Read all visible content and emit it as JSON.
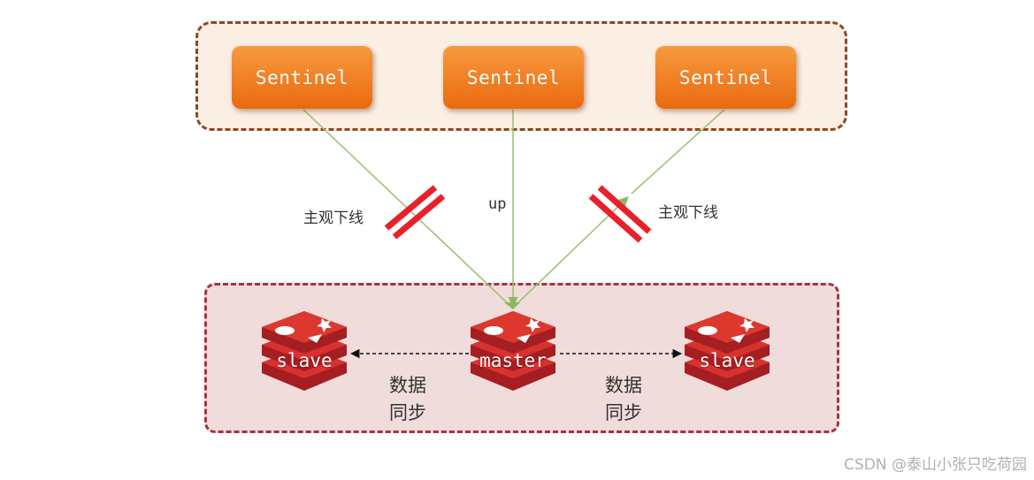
{
  "sentinels": [
    {
      "label": "Sentinel"
    },
    {
      "label": "Sentinel"
    },
    {
      "label": "Sentinel"
    }
  ],
  "links": {
    "left_label": "主观下线",
    "middle_label": "up",
    "right_label": "主观下线"
  },
  "nodes": {
    "left_slave": "slave",
    "master": "master",
    "right_slave": "slave"
  },
  "sync": {
    "left_line1": "数据",
    "left_line2": "同步",
    "right_line1": "数据",
    "right_line2": "同步"
  },
  "watermark": "CSDN @泰山小张只吃荷园",
  "colors": {
    "sentinel_fill": "#ef7a1f",
    "top_group_border": "#8a4a22",
    "bottom_group_border": "#a8323a",
    "link_line": "#9cc27a",
    "cut_mark": "#e8202a",
    "redis_red": "#c8262c"
  },
  "icons": {
    "redis_node": "redis-logo-icon",
    "link_cut": "double-slash-cut-icon"
  }
}
